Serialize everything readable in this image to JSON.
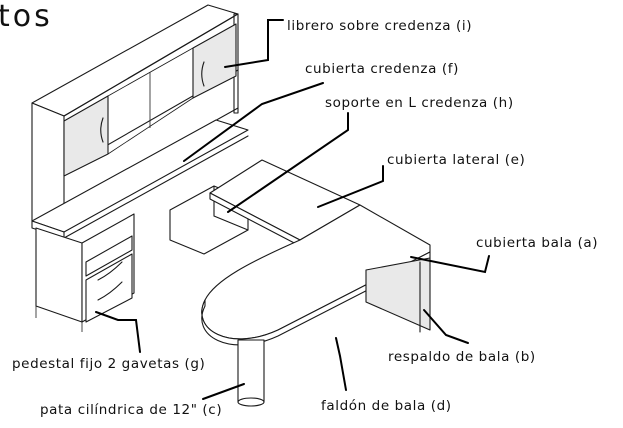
{
  "heading": "tos",
  "labels": {
    "librero": "librero sobre credenza (i)",
    "cubierta_credenza": "cubierta credenza (f)",
    "soporte": "soporte en L credenza (h)",
    "cubierta_lateral": "cubierta lateral (e)",
    "cubierta_bala": "cubierta bala (a)",
    "respaldo": "respaldo de bala (b)",
    "faldon": "faldón de bala (d)",
    "pedestal": "pedestal fijo 2 gavetas (g)",
    "pata": "pata cilíndrica de 12\"  (c)"
  }
}
